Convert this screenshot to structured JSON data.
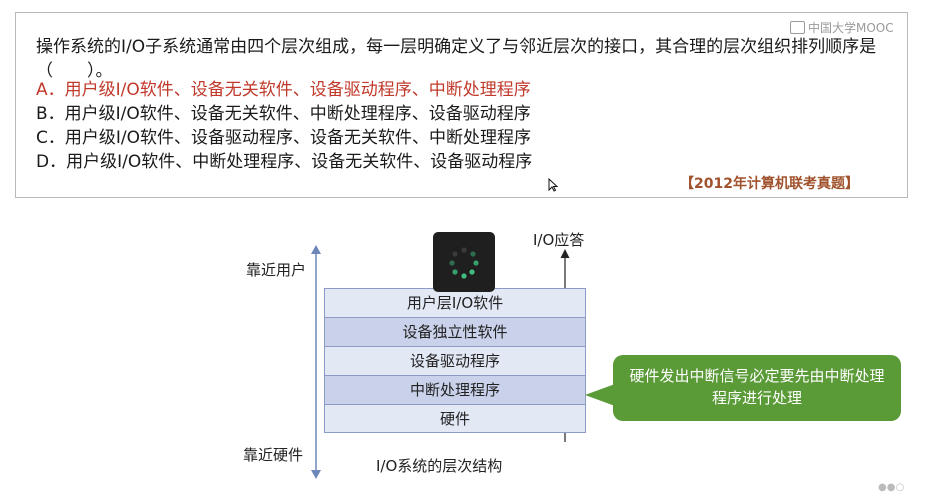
{
  "watermark": "中国大学MOOC",
  "question": {
    "text": "操作系统的I/O子系统通常由四个层次组成，每一层明确定义了与邻近层次的接口，其合理的层次组织排列顺序是（　　）。",
    "options": [
      {
        "label": "A．用户级I/O软件、设备无关软件、设备驱动程序、中断处理程序",
        "correct": true
      },
      {
        "label": "B．用户级I/O软件、设备无关软件、中断处理程序、设备驱动程序",
        "correct": false
      },
      {
        "label": "C．用户级I/O软件、设备驱动程序、设备无关软件、中断处理程序",
        "correct": false
      },
      {
        "label": "D．用户级I/O软件、中断处理程序、设备无关软件、设备驱动程序",
        "correct": false
      }
    ],
    "source": "【2012年计算机联考真题】"
  },
  "diagram": {
    "top_label": "靠近用户",
    "bottom_label": "靠近硬件",
    "response_label": "I/O应答",
    "layers": [
      "用户层I/O软件",
      "设备独立性软件",
      "设备驱动程序",
      "中断处理程序",
      "硬件"
    ],
    "caption": "I/O系统的层次结构",
    "callout": "硬件发出中断信号必定要先由中断处理程序进行处理"
  },
  "colors": {
    "correct_option": "#c0392b",
    "source": "#a0522d",
    "layer_light": "#e3e8f5",
    "layer_dark": "#c9d2ea",
    "callout": "#5a9a37"
  }
}
